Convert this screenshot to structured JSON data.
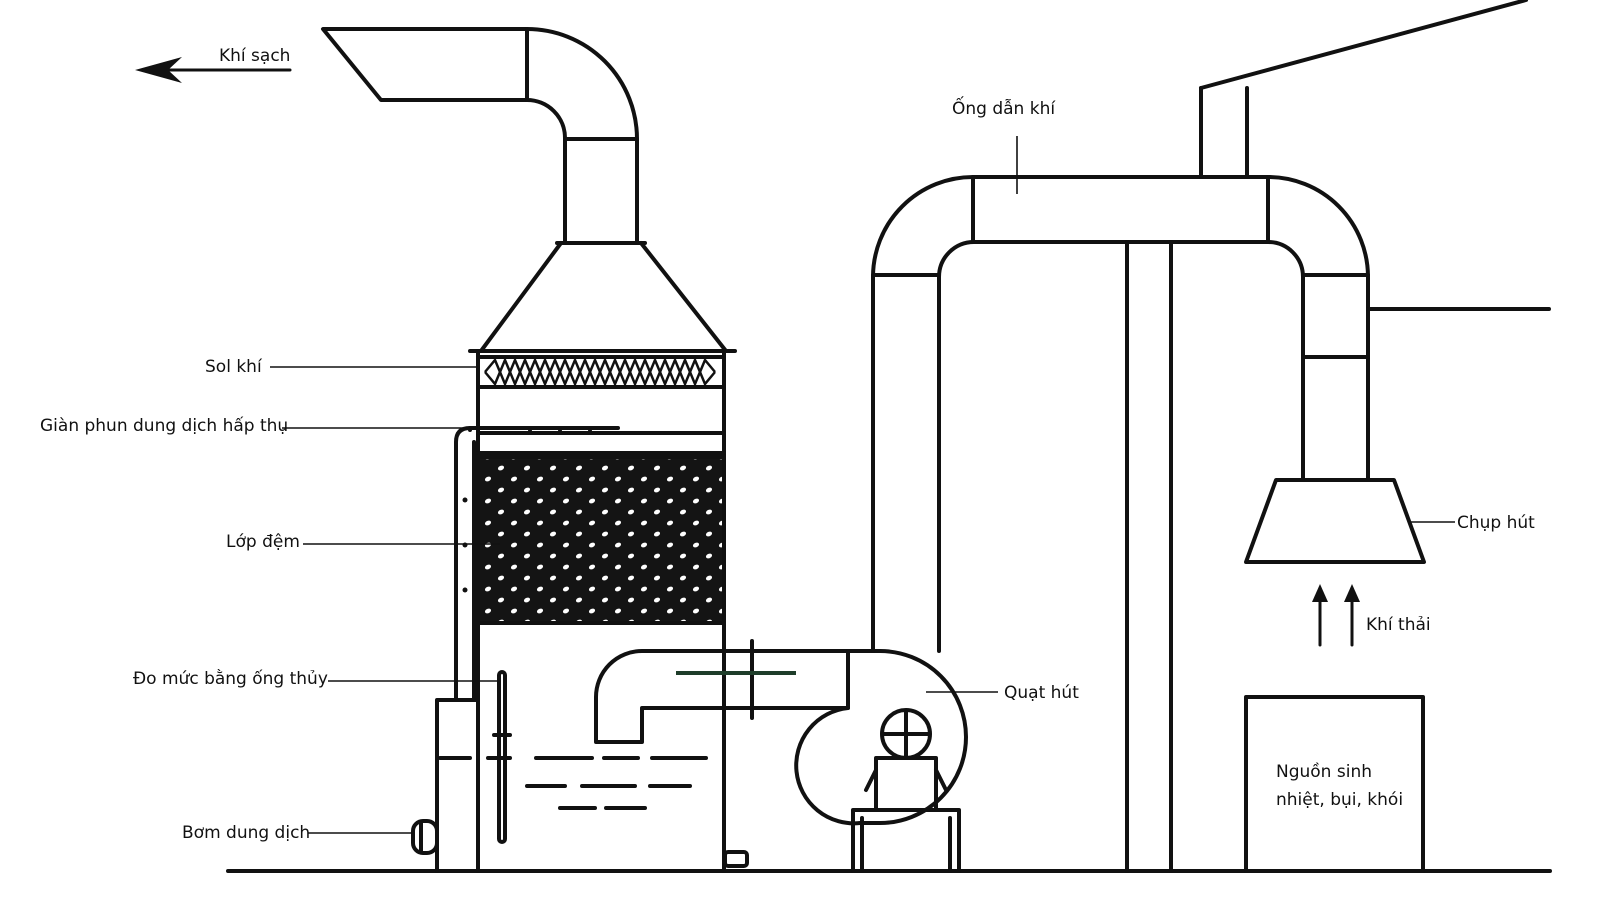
{
  "labels": {
    "clean_air": "Khí sạch",
    "air_duct": "Ống dẫn khí",
    "aerosol": "Sol khí",
    "spray_rack": "Giàn phun dung dịch hấp thụ",
    "packing_layer": "Lớp đệm",
    "level_gauge": "Đo mức bằng ống thủy",
    "solution_pump": "Bơm dung dịch",
    "suction_fan": "Quạt hút",
    "suction_hood": "Chụp hút",
    "exhaust_gas": "Khí thải",
    "source_line1": "Nguồn sinh",
    "source_line2": "nhiệt, bụi, khói"
  },
  "colors": {
    "line": "#111111",
    "background": "#ffffff",
    "level_indicator": "#1e3d2a"
  }
}
